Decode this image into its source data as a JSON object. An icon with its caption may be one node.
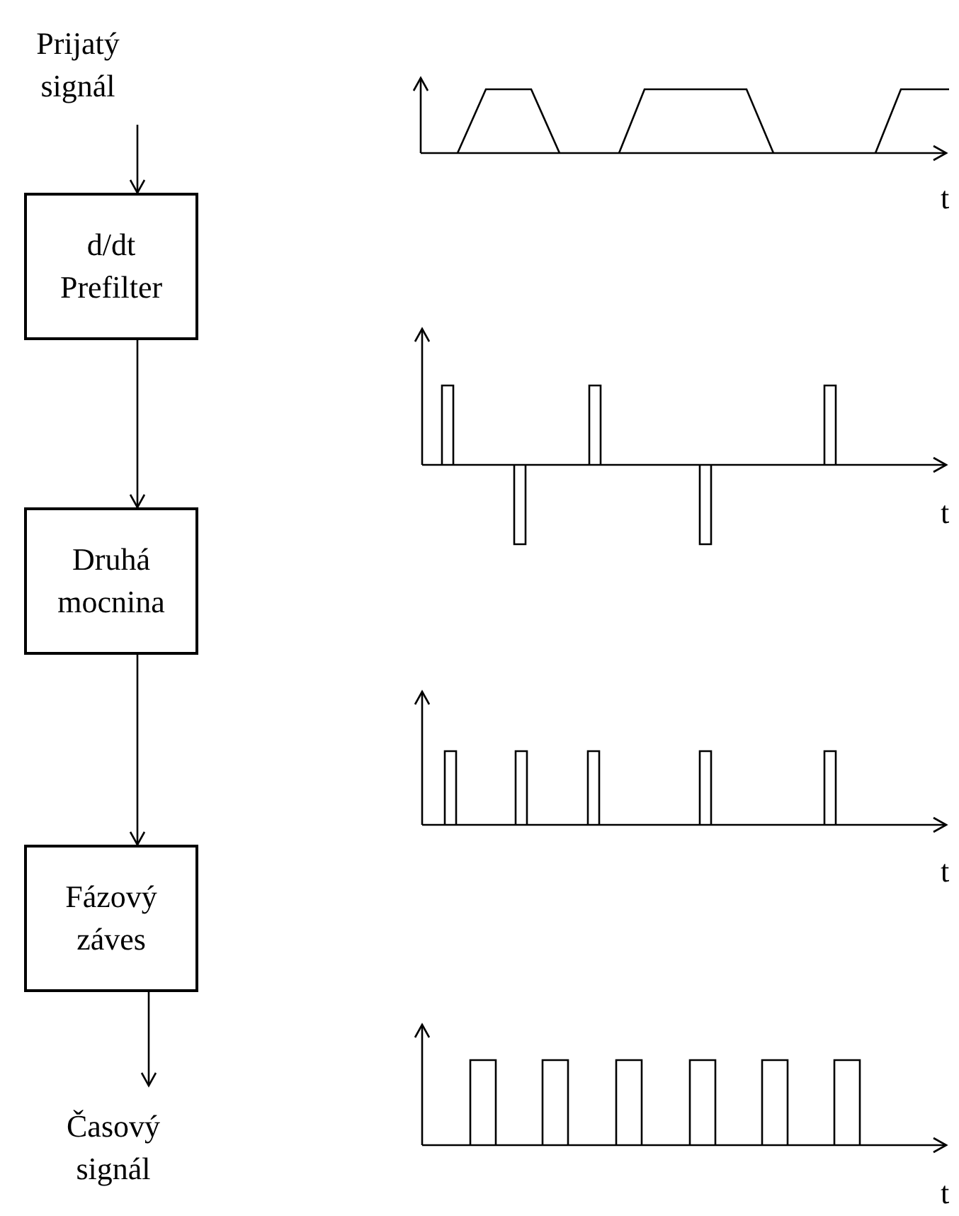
{
  "diagram": {
    "nodes": [
      {
        "text": [
          "Prijatý signál"
        ]
      },
      {
        "text": [
          "d/dt",
          "Prefilter"
        ]
      },
      {
        "text": [
          "Druhá mocnina"
        ]
      },
      {
        "text": [
          "Fázový záves"
        ]
      },
      {
        "text": [
          "Časový signál"
        ]
      }
    ],
    "edges": [
      {
        "from": 0,
        "to": 1,
        "arrow": "to"
      },
      {
        "from": 1,
        "to": 2,
        "arrow": "to"
      },
      {
        "from": 2,
        "to": 3,
        "arrow": "to"
      },
      {
        "from": 3,
        "to": 4,
        "arrow": "to"
      }
    ],
    "labels": [
      "t",
      "t",
      "t",
      "t"
    ]
  }
}
